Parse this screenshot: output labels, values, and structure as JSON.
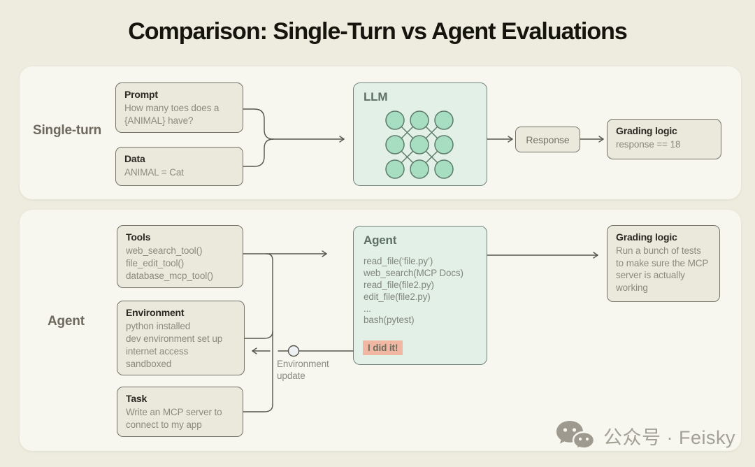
{
  "title": "Comparison: Single-Turn vs Agent Evaluations",
  "single_turn": {
    "row_label": "Single-turn",
    "prompt_title": "Prompt",
    "prompt_body": "How many toes does a {ANIMAL} have?",
    "data_title": "Data",
    "data_body": "ANIMAL = Cat",
    "llm_title": "LLM",
    "response_label": "Response",
    "grading_title": "Grading logic",
    "grading_body": "response == 18"
  },
  "agent": {
    "row_label": "Agent",
    "tools_title": "Tools",
    "tools_lines": [
      "web_search_tool()",
      "file_edit_tool()",
      "database_mcp_tool()"
    ],
    "env_title": "Environment",
    "env_lines": [
      "python installed",
      "dev environment set up",
      "internet access",
      "sandboxed"
    ],
    "task_title": "Task",
    "task_body": "Write an MCP server to connect to my app",
    "agent_title": "Agent",
    "agent_lines": [
      "read_file(‘file.py’)",
      "web_search(MCP Docs)",
      "read_file(file2.py)",
      "edit_file(file2.py)",
      "...",
      "bash(pytest)"
    ],
    "chip_label": "I did it!",
    "env_update_label": "Environment update",
    "grading_title": "Grading logic",
    "grading_body": "Run a bunch of tests to make sure the MCP server is actually working"
  },
  "watermark": {
    "icon": "wechat-icon",
    "text": "公众号 · Feisky"
  },
  "colors": {
    "background": "#edecdf",
    "panel": "#f8f7ef",
    "box_fill": "#ebe9dc",
    "box_border": "#73736a",
    "mint_fill": "#e2f0e8",
    "mint_border": "#74857b",
    "node_fill": "#a7dec2",
    "node_stroke": "#5d7b69",
    "connector": "#56564c",
    "highlight_salmon": "#f2b7a2",
    "title_text": "#15140d",
    "body_text": "#8b8a7e",
    "watermark_text": "#a3a095"
  }
}
